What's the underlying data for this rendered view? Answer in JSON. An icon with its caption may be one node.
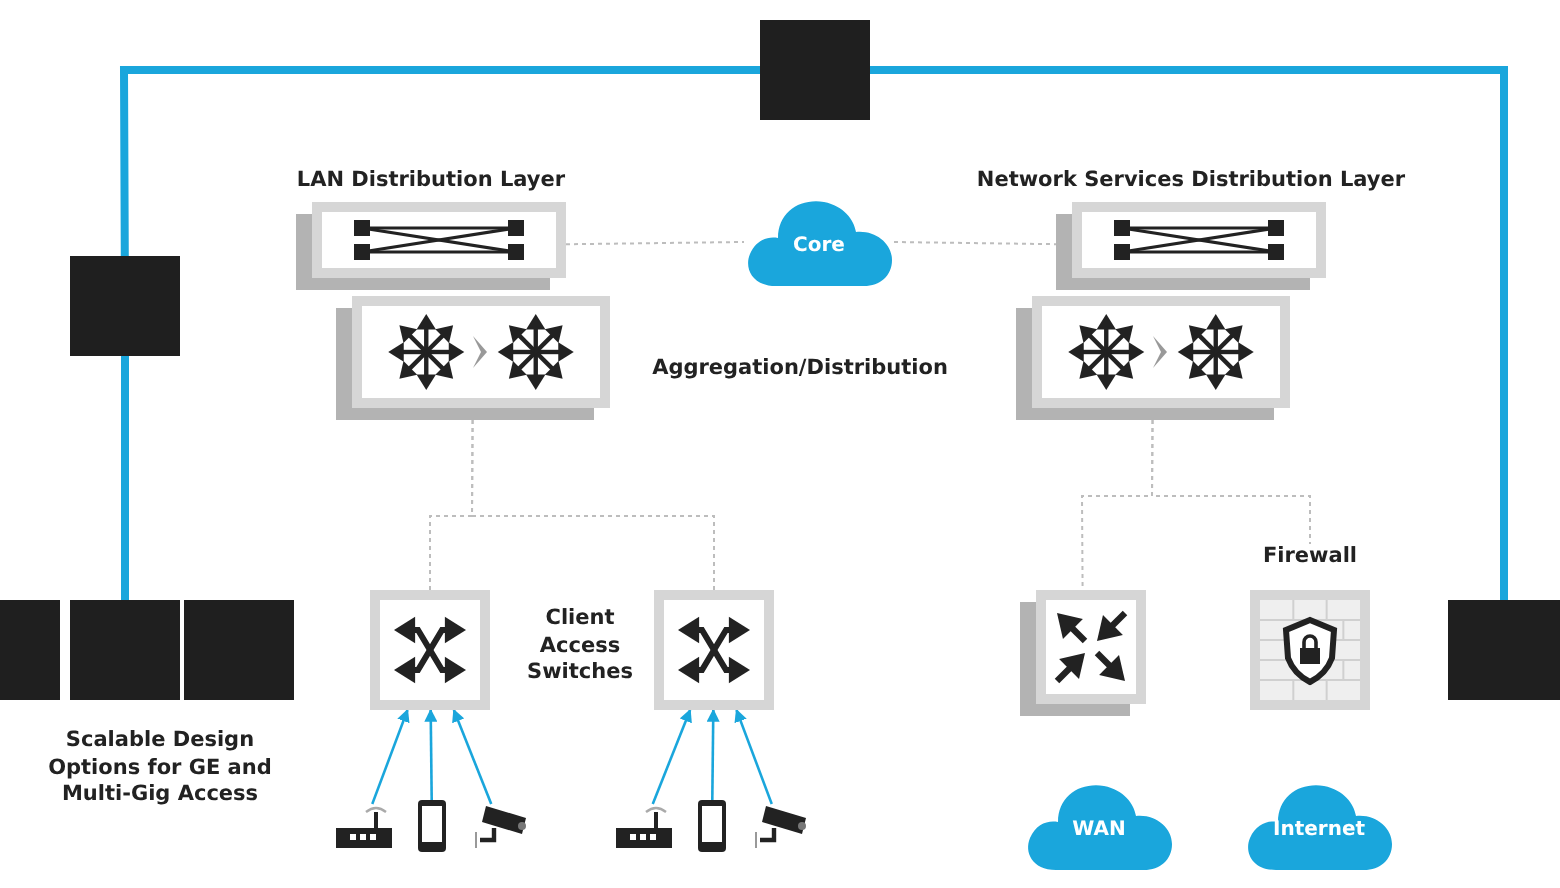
{
  "diagram": {
    "nodes": [
      {
        "text": [],
        "shape": "box"
      },
      {
        "text": [],
        "shape": "box"
      },
      {
        "text": [],
        "shape": "box"
      },
      {
        "text": [],
        "shape": "box"
      },
      {
        "text": [],
        "shape": "box"
      },
      {
        "text": [],
        "shape": "box"
      },
      {
        "text": [
          "LAN Distribution Layer"
        ]
      },
      {
        "text": [
          "Core"
        ]
      },
      {
        "text": [
          "Network Services Distribution Layer"
        ]
      },
      {
        "text": [],
        "shape": "box"
      },
      {
        "text": [],
        "shape": "box"
      },
      {
        "text": [],
        "shape": "box"
      },
      {
        "text": [],
        "shape": "box"
      },
      {
        "text": [],
        "shape": "box"
      },
      {
        "text": [
          "Firewall"
        ]
      },
      {
        "text": [
          "WAN"
        ]
      },
      {
        "text": [
          "Internet"
        ]
      },
      {
        "text": [],
        "shape": "picture"
      },
      {
        "text": [],
        "shape": "picture"
      },
      {
        "text": [],
        "shape": "picture"
      },
      {
        "text": [],
        "shape": "picture"
      },
      {
        "text": [],
        "shape": "picture"
      },
      {
        "text": [],
        "shape": "picture"
      }
    ],
    "edges": [
      {
        "from": 1,
        "to": 0,
        "arrow": "none",
        "style": "thick"
      },
      {
        "from": 0,
        "to": 5,
        "arrow": "none",
        "style": "thick"
      },
      {
        "from": 1,
        "to": 3,
        "arrow": "none",
        "style": "thick"
      },
      {
        "from": 6,
        "to": 7,
        "arrow": "none",
        "style": "dashed",
        "color": "#bdbdbd"
      },
      {
        "from": 7,
        "to": 8,
        "arrow": "none",
        "style": "dashed",
        "color": "#bdbdbd"
      },
      {
        "from": 9,
        "to": 11,
        "arrow": "none",
        "style": "dashed",
        "color": "#bdbdbd"
      },
      {
        "from": 9,
        "to": 12,
        "arrow": "none",
        "style": "dashed",
        "color": "#bdbdbd"
      },
      {
        "from": 10,
        "to": 13,
        "arrow": "none",
        "style": "dashed",
        "color": "#bdbdbd"
      },
      {
        "from": 10,
        "to": 14,
        "arrow": "none",
        "style": "dashed",
        "color": "#bdbdbd"
      },
      {
        "from": 17,
        "to": 11,
        "arrow": "to"
      },
      {
        "from": 18,
        "to": 11,
        "arrow": "to"
      },
      {
        "from": 19,
        "to": 11,
        "arrow": "to"
      },
      {
        "from": 20,
        "to": 12,
        "arrow": "to"
      },
      {
        "from": 21,
        "to": 12,
        "arrow": "to"
      },
      {
        "from": 22,
        "to": 12,
        "arrow": "to"
      }
    ],
    "labels": [
      "Aggregation/Distribution",
      "Client Access Switches",
      "Scalable Design Options for GE and Multi-Gig Access"
    ]
  }
}
